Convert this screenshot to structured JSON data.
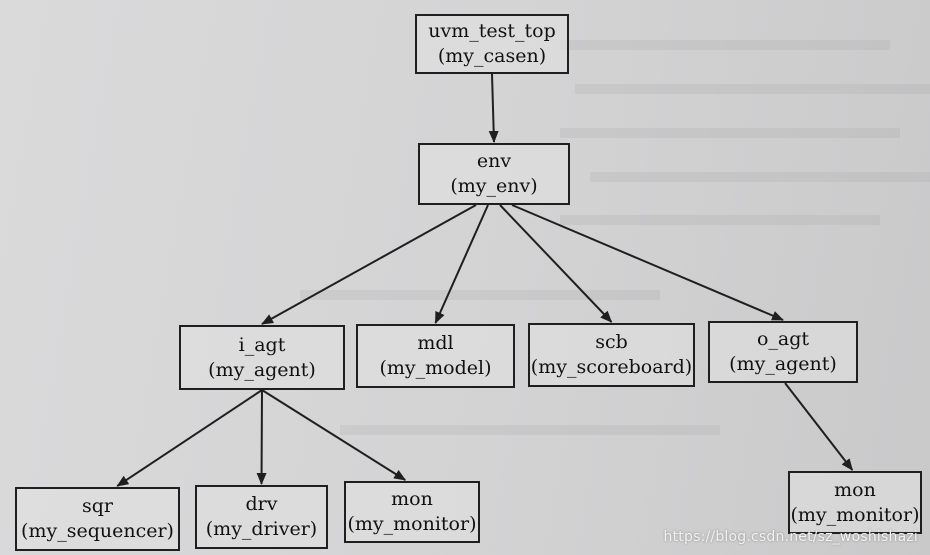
{
  "diagram": {
    "nodes": {
      "uvm_test_top": {
        "name": "uvm_test_top",
        "type": "(my_casen)"
      },
      "env": {
        "name": "env",
        "type": "(my_env)"
      },
      "i_agt": {
        "name": "i_agt",
        "type": "(my_agent)"
      },
      "mdl": {
        "name": "mdl",
        "type": "(my_model)"
      },
      "scb": {
        "name": "scb",
        "type": "(my_scoreboard)"
      },
      "o_agt": {
        "name": "o_agt",
        "type": "(my_agent)"
      },
      "sqr": {
        "name": "sqr",
        "type": "(my_sequencer)"
      },
      "drv": {
        "name": "drv",
        "type": "(my_driver)"
      },
      "mon_i": {
        "name": "mon",
        "type": "(my_monitor)"
      },
      "mon_o": {
        "name": "mon",
        "type": "(my_monitor)"
      }
    },
    "edges": [
      [
        "uvm_test_top",
        "env"
      ],
      [
        "env",
        "i_agt"
      ],
      [
        "env",
        "mdl"
      ],
      [
        "env",
        "scb"
      ],
      [
        "env",
        "o_agt"
      ],
      [
        "i_agt",
        "sqr"
      ],
      [
        "i_agt",
        "drv"
      ],
      [
        "i_agt",
        "mon_i"
      ],
      [
        "o_agt",
        "mon_o"
      ]
    ]
  },
  "watermark": "https://blog.csdn.net/sz_woshishazi",
  "colors": {
    "line": "#1f1f1f",
    "text": "#111111",
    "paper": "#d6d6d7",
    "watermark": "#f2f2f2"
  }
}
